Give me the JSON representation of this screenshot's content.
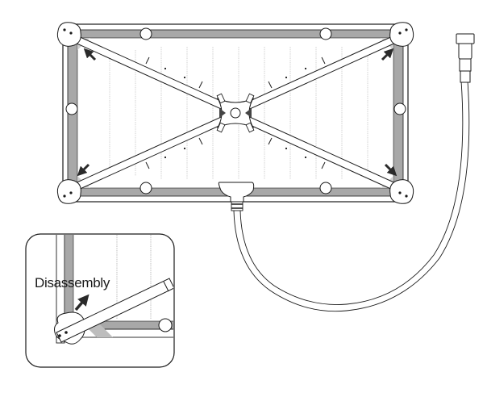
{
  "diagram": {
    "title": "Foldable panel with X-brace frame and cable connector",
    "inset": {
      "label": "Disassembly"
    },
    "colors": {
      "line": "#1a1a1a",
      "frame_gray": "#a8a8a8",
      "arrow": "#2a2a2a",
      "background": "#ffffff"
    },
    "parts": [
      "panel-frame",
      "x-brace",
      "center-hub",
      "corner-brackets",
      "frame-grommets",
      "junction-box",
      "cable",
      "connector-plug",
      "disassembly-inset"
    ]
  }
}
